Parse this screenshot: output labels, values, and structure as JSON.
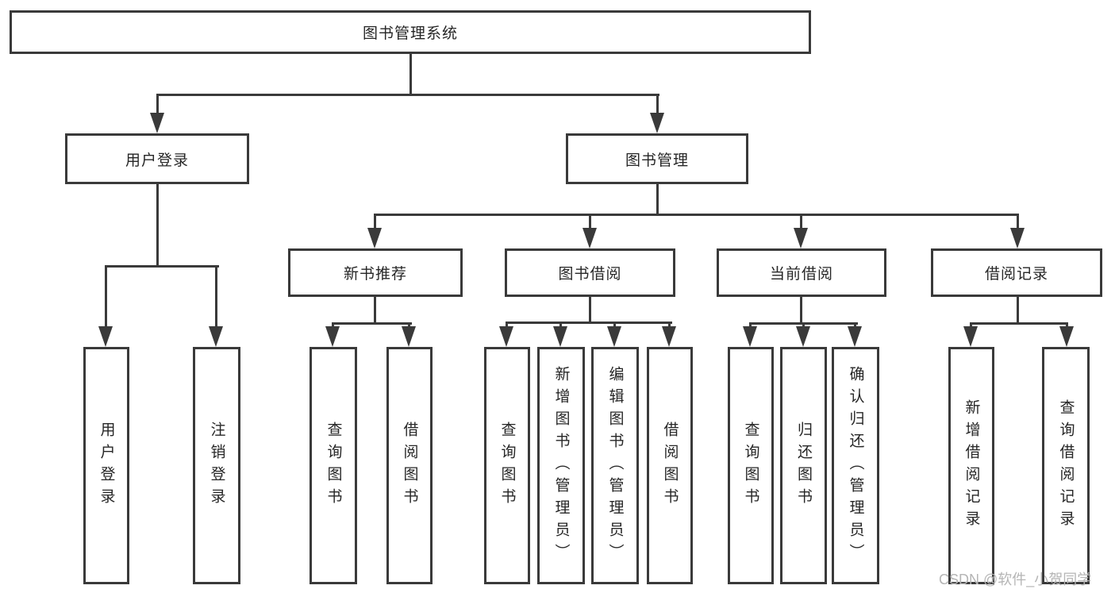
{
  "diagram": {
    "type": "tree",
    "watermark": "CSDN @软件_小贺同学",
    "colors": {
      "line": "#3a3a3a",
      "text": "#262626",
      "watermark": "#b5b5b5",
      "background": "#ffffff"
    },
    "tree": {
      "label": "图书管理系统",
      "children": [
        {
          "label": "用户登录",
          "children": [
            {
              "label": "用户登录"
            },
            {
              "label": "注销登录"
            }
          ]
        },
        {
          "label": "图书管理",
          "children": [
            {
              "label": "新书推荐",
              "children": [
                {
                  "label": "查询图书"
                },
                {
                  "label": "借阅图书"
                }
              ]
            },
            {
              "label": "图书借阅",
              "children": [
                {
                  "label": "查询图书"
                },
                {
                  "label": "新增图书（管理员）"
                },
                {
                  "label": "编辑图书（管理员）"
                },
                {
                  "label": "借阅图书"
                }
              ]
            },
            {
              "label": "当前借阅",
              "children": [
                {
                  "label": "查询图书"
                },
                {
                  "label": "归还图书"
                },
                {
                  "label": "确认归还（管理员）"
                }
              ]
            },
            {
              "label": "借阅记录",
              "children": [
                {
                  "label": "新增借阅记录"
                },
                {
                  "label": "查询借阅记录"
                }
              ]
            }
          ]
        }
      ]
    }
  }
}
